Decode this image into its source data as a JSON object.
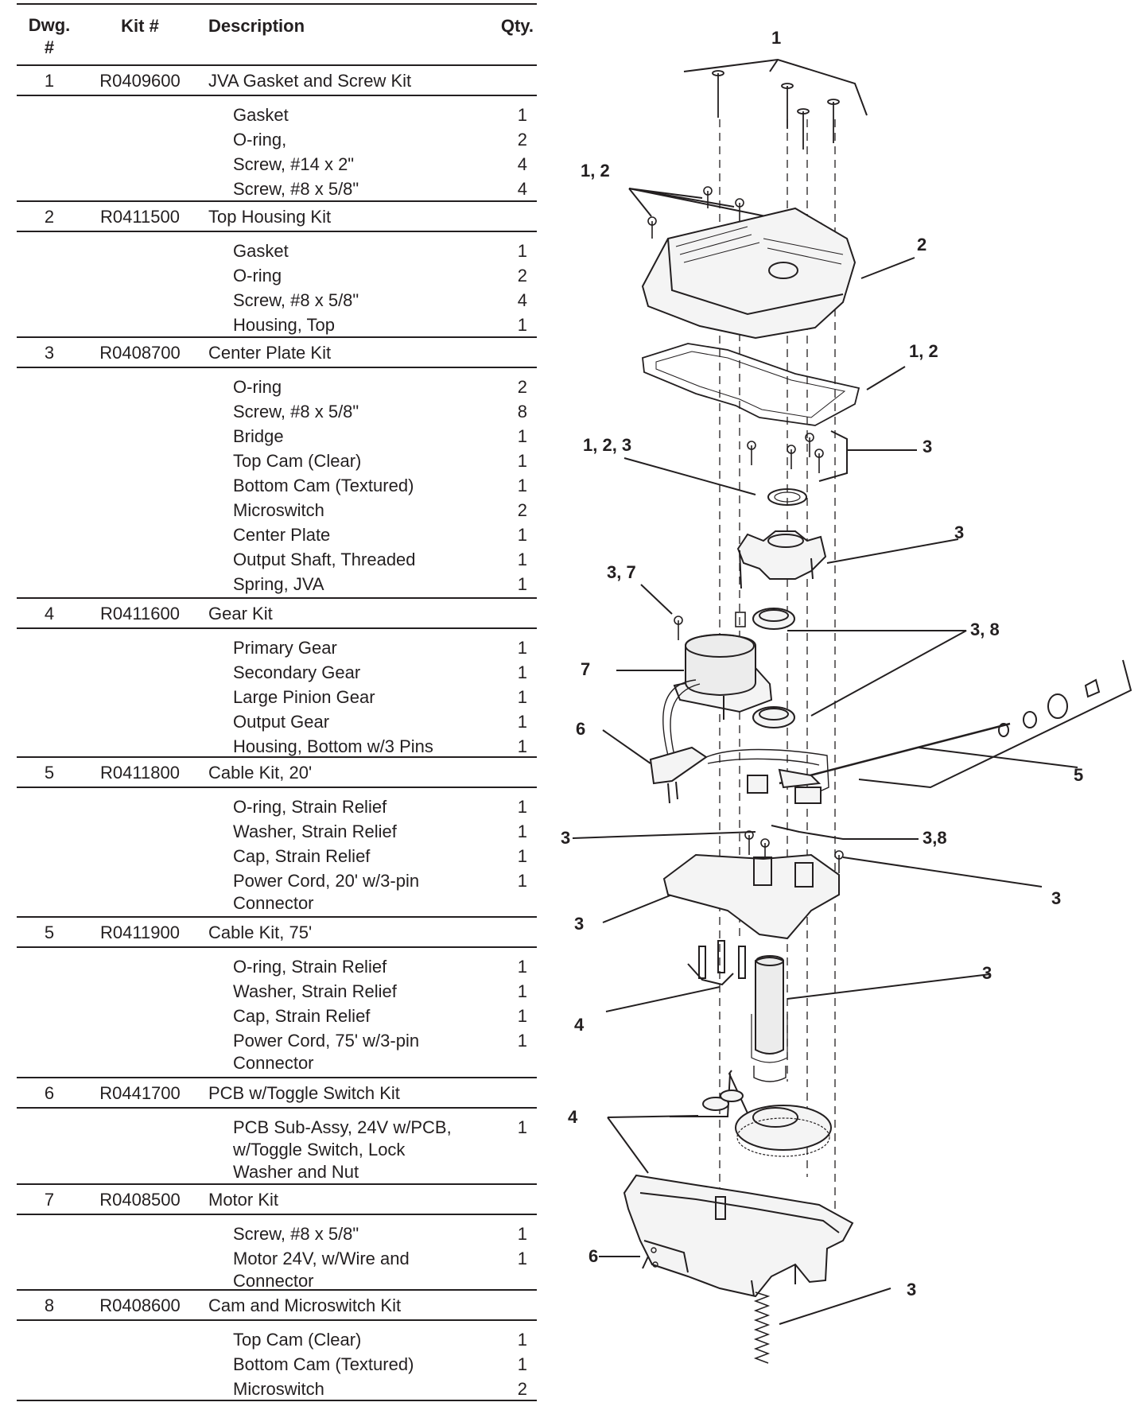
{
  "table": {
    "headers": {
      "dwg": "Dwg.\n#",
      "kit": "Kit #",
      "description": "Description",
      "qty": "Qty."
    },
    "kits": [
      {
        "dwg": "1",
        "kit_number": "R0409600",
        "description": "JVA Gasket and Screw Kit",
        "components": [
          {
            "name": "Gasket",
            "qty": "1"
          },
          {
            "name": "O-ring,",
            "qty": "2"
          },
          {
            "name": "Screw, #14 x 2\"",
            "qty": "4"
          },
          {
            "name": "Screw, #8 x 5/8\"",
            "qty": "4"
          }
        ]
      },
      {
        "dwg": "2",
        "kit_number": "R0411500",
        "description": "Top Housing Kit",
        "components": [
          {
            "name": "Gasket",
            "qty": "1"
          },
          {
            "name": "O-ring",
            "qty": "2"
          },
          {
            "name": "Screw, #8 x 5/8\"",
            "qty": "4"
          },
          {
            "name": "Housing, Top",
            "qty": "1"
          }
        ]
      },
      {
        "dwg": "3",
        "kit_number": "R0408700",
        "description": "Center Plate Kit",
        "components": [
          {
            "name": "O-ring",
            "qty": "2"
          },
          {
            "name": "Screw, #8 x 5/8\"",
            "qty": "8"
          },
          {
            "name": "Bridge",
            "qty": "1"
          },
          {
            "name": "Top Cam (Clear)",
            "qty": "1"
          },
          {
            "name": "Bottom Cam (Textured)",
            "qty": "1"
          },
          {
            "name": "Microswitch",
            "qty": "2"
          },
          {
            "name": "Center Plate",
            "qty": "1"
          },
          {
            "name": "Output Shaft, Threaded",
            "qty": "1"
          },
          {
            "name": "Spring, JVA",
            "qty": "1"
          }
        ]
      },
      {
        "dwg": "4",
        "kit_number": "R0411600",
        "description": "Gear Kit",
        "components": [
          {
            "name": "Primary Gear",
            "qty": "1"
          },
          {
            "name": "Secondary Gear",
            "qty": "1"
          },
          {
            "name": "Large Pinion Gear",
            "qty": "1"
          },
          {
            "name": "Output Gear",
            "qty": "1"
          },
          {
            "name": "Housing, Bottom w/3 Pins",
            "qty": "1"
          }
        ]
      },
      {
        "dwg": "5",
        "kit_number": "R0411800",
        "description": "Cable Kit, 20'",
        "components": [
          {
            "name": "O-ring, Strain Relief",
            "qty": "1"
          },
          {
            "name": "Washer, Strain Relief",
            "qty": "1"
          },
          {
            "name": "Cap, Strain Relief",
            "qty": "1"
          },
          {
            "name": "Power Cord, 20' w/3-pin\n   Connector",
            "qty": "1"
          }
        ]
      },
      {
        "dwg": "5",
        "kit_number": "R0411900",
        "description": "Cable Kit, 75'",
        "components": [
          {
            "name": "O-ring, Strain Relief",
            "qty": "1"
          },
          {
            "name": "Washer, Strain Relief",
            "qty": "1"
          },
          {
            "name": "Cap, Strain Relief",
            "qty": "1"
          },
          {
            "name": "Power Cord, 75' w/3-pin\n   Connector",
            "qty": "1"
          }
        ]
      },
      {
        "dwg": "6",
        "kit_number": "R0441700",
        "description": "PCB w/Toggle Switch Kit",
        "components": [
          {
            "name": "PCB Sub-Assy, 24V w/PCB,\nw/Toggle Switch, Lock\nWasher and Nut",
            "qty": "1"
          }
        ]
      },
      {
        "dwg": "7",
        "kit_number": "R0408500",
        "description": "Motor Kit",
        "components": [
          {
            "name": "Screw, #8 x 5/8\"",
            "qty": "1"
          },
          {
            "name": "Motor 24V, w/Wire and\nConnector",
            "qty": "1"
          }
        ]
      },
      {
        "dwg": "8",
        "kit_number": "R0408600",
        "description": "Cam and Microswitch Kit",
        "components": [
          {
            "name": "Top Cam (Clear)",
            "qty": "1"
          },
          {
            "name": "Bottom Cam (Textured)",
            "qty": "1"
          },
          {
            "name": "Microswitch",
            "qty": "2"
          }
        ]
      }
    ]
  },
  "diagram": {
    "callouts": {
      "top_screws": "1",
      "top_housing_screws": "1, 2",
      "top_housing": "2",
      "gasket": "1, 2",
      "oring": "1, 2, 3",
      "center_screws": "3",
      "bridge": "3",
      "motor_screw": "3, 7",
      "cams": "3, 8",
      "motor": "7",
      "pcb": "6",
      "cable": "5",
      "plate_screws_left": "3",
      "microswitch": "3,8",
      "plate_screw_right": "3",
      "center_plate": "3",
      "pins": "4",
      "output_shaft": "3",
      "gears": "4",
      "toggle": "6",
      "spring": "3"
    }
  }
}
